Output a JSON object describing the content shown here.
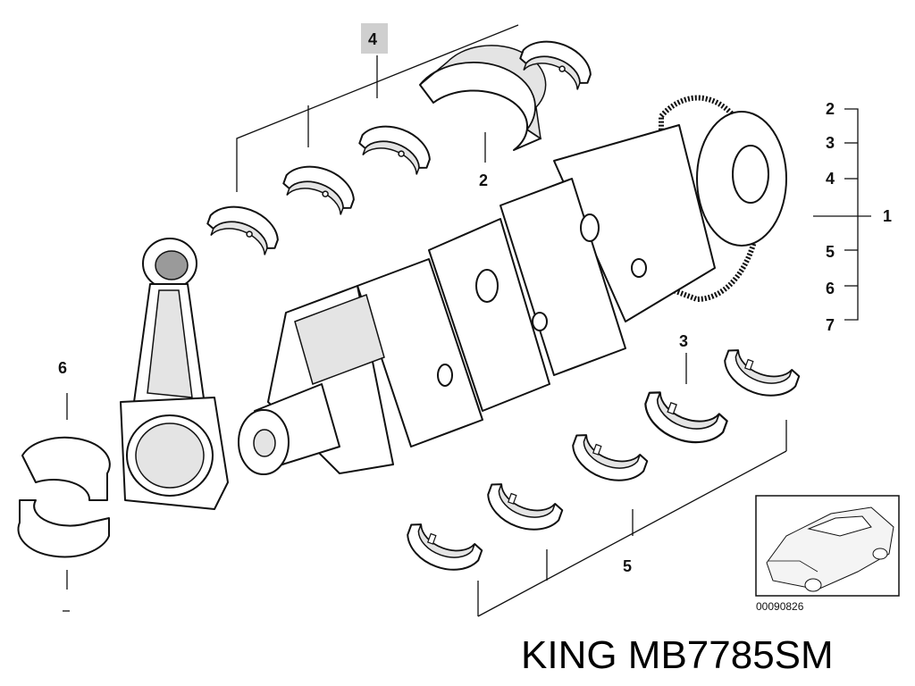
{
  "callouts": {
    "upper_group": "4",
    "upper_item": "2",
    "legend": [
      "2",
      "3",
      "4",
      "1",
      "5",
      "6",
      "7"
    ],
    "lower_item": "3",
    "lower_group": "5",
    "con_rod_bearing": "6"
  },
  "thumbnail": {
    "part_number": "00090826"
  },
  "caption": "KING MB7785SM",
  "colors": {
    "ink": "#111111",
    "callout_highlight": "#cfcfcf",
    "shade": "#e4e4e4"
  }
}
